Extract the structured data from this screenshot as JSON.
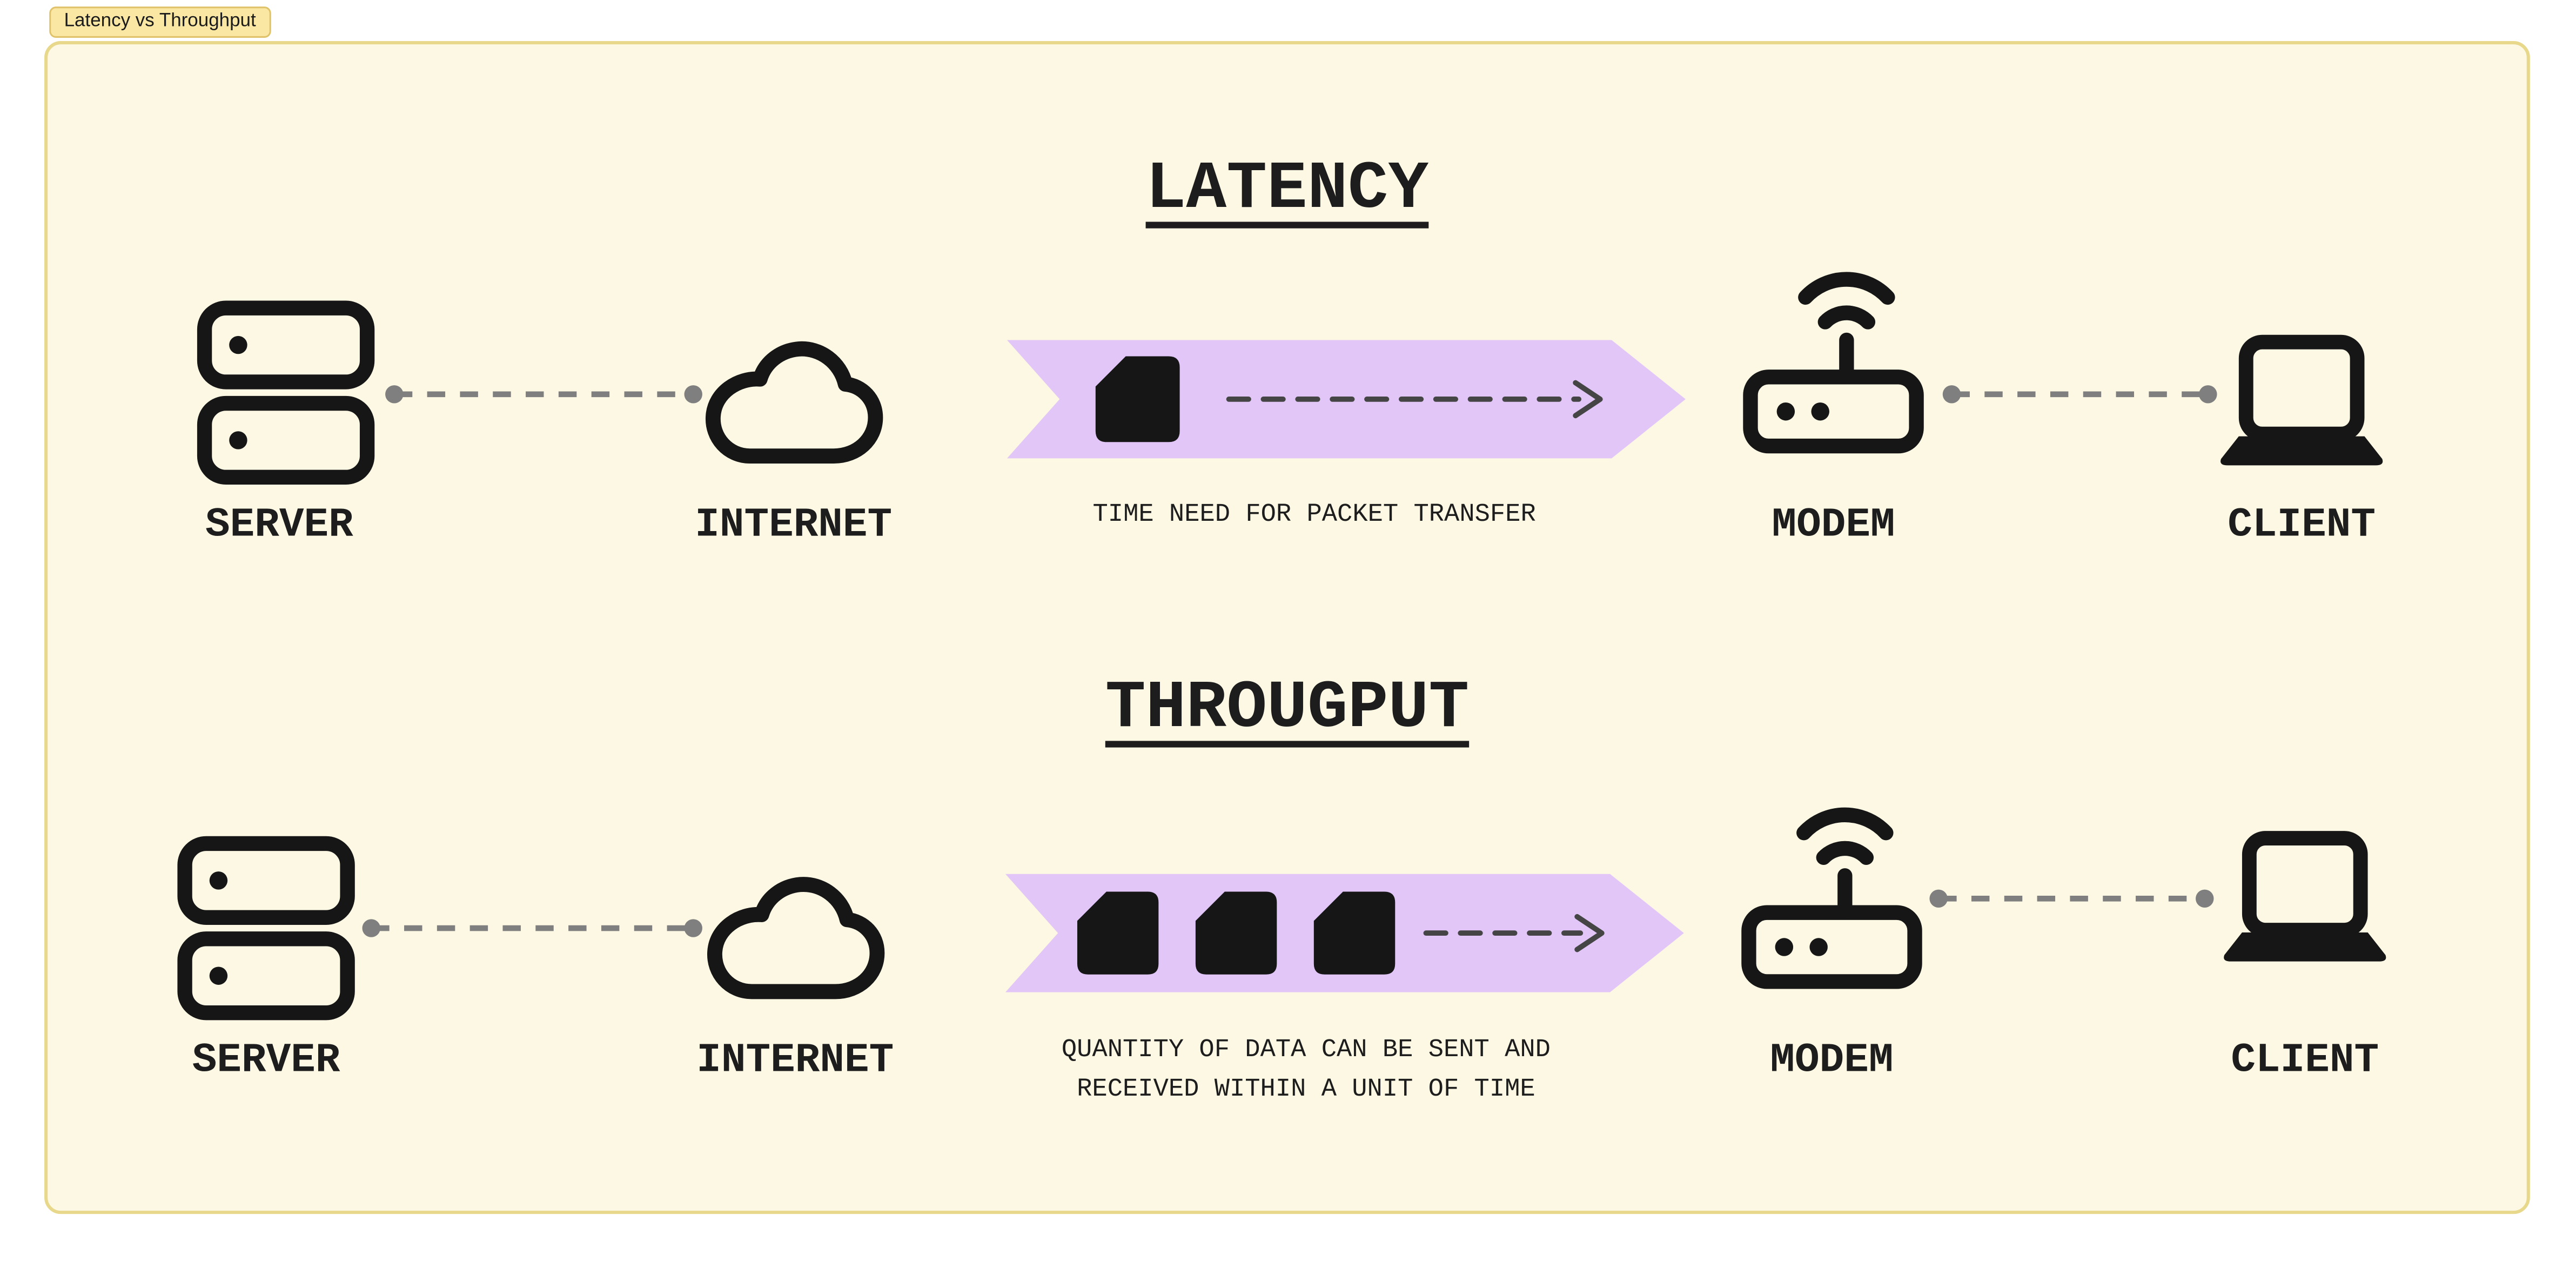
{
  "badge": {
    "label": "Latency vs Throughput"
  },
  "colors": {
    "page_bg": "#ffffff",
    "frame_bg": "#fdf8e3",
    "frame_border": "#e8d88b",
    "badge_bg": "#fae7a4",
    "badge_border": "#dfc26a",
    "banner_fill": "#e1c6f7",
    "icon_color": "#161616",
    "connector_color": "#7f7f7f",
    "arrow_color": "#454545",
    "text_color": "#1d1d1d"
  },
  "sections": [
    {
      "title": "LATENCY",
      "caption_lines": [
        "TIME NEED FOR PACKET TRANSFER"
      ],
      "packet_count": 1,
      "nodes": {
        "server": "SERVER",
        "internet": "INTERNET",
        "modem": "MODEM",
        "client": "CLIENT"
      }
    },
    {
      "title": "THROUGPUT",
      "caption_lines": [
        "QUANTITY OF DATA CAN BE SENT AND",
        "RECEIVED WITHIN A UNIT OF TIME"
      ],
      "packet_count": 3,
      "nodes": {
        "server": "SERVER",
        "internet": "INTERNET",
        "modem": "MODEM",
        "client": "CLIENT"
      }
    }
  ]
}
